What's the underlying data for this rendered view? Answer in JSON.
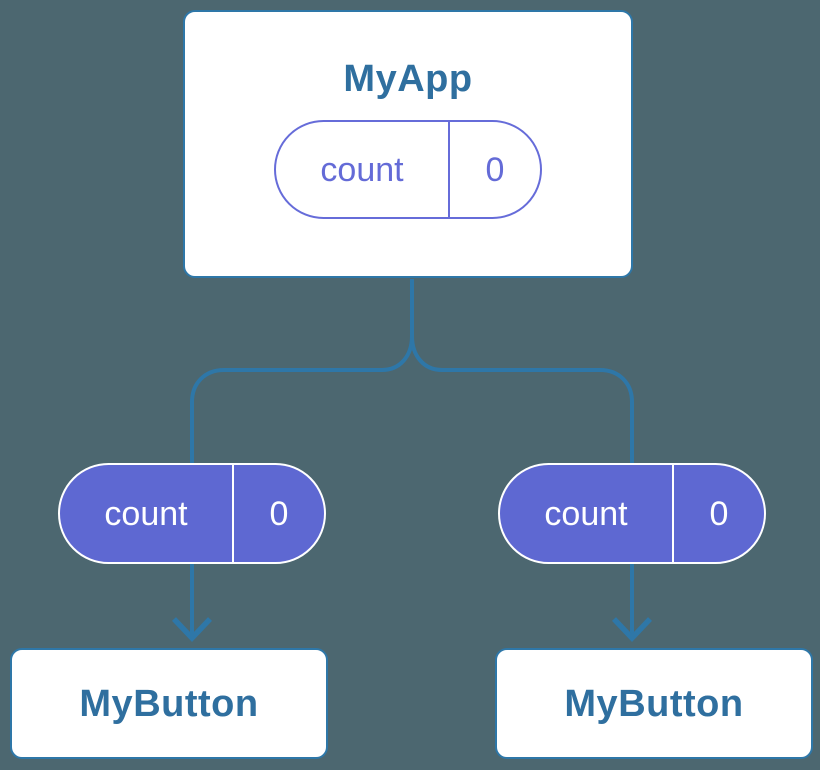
{
  "diagram": {
    "description": "Component tree diagram showing state lifted to a parent and passed down as props",
    "colors": {
      "background": "#4C6770",
      "connector_blue": "#2E77A8",
      "node_border_blue": "#2E77A8",
      "node_title_blue": "#2F6F9F",
      "pill_purple_fill": "#5E68D2",
      "pill_purple_outline": "#666CD9",
      "pill_purple_text": "#646BD7",
      "pill_white": "#ffffff"
    },
    "root": {
      "title": "MyApp",
      "state_key": "count",
      "state_value": "0"
    },
    "children": [
      {
        "title": "MyButton",
        "prop_key": "count",
        "prop_value": "0"
      },
      {
        "title": "MyButton",
        "prop_key": "count",
        "prop_value": "0"
      }
    ]
  }
}
